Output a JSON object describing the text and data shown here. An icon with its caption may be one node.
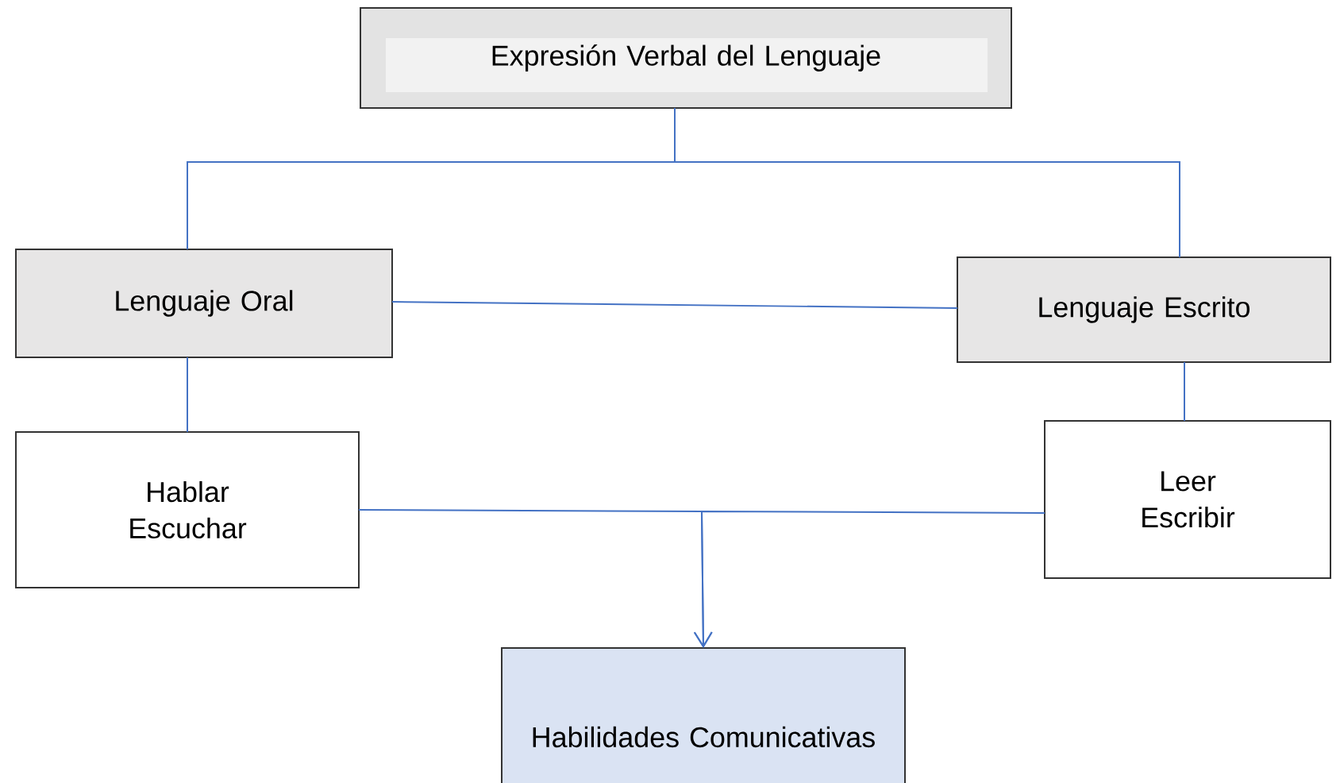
{
  "diagram": {
    "nodes": [
      {
        "text": [
          "Expresión Verbal del Lenguaje"
        ]
      },
      {
        "text": [
          "Lenguaje Oral"
        ]
      },
      {
        "text": [
          "Lenguaje Escrito"
        ]
      },
      {
        "text": [
          "Hablar Escuchar"
        ]
      },
      {
        "text": [
          "Leer Escribir"
        ]
      },
      {
        "text": [
          "Habilidades Comunicativas"
        ]
      }
    ],
    "edges": [
      {
        "from": 0,
        "to": 1,
        "arrow": "none"
      },
      {
        "from": 0,
        "to": 2,
        "arrow": "none"
      },
      {
        "from": 1,
        "to": 2,
        "arrow": "none"
      },
      {
        "from": 1,
        "to": 3,
        "arrow": "none"
      },
      {
        "from": 2,
        "to": 4,
        "arrow": "none"
      },
      {
        "from": 3,
        "to": 5,
        "arrow": "to"
      },
      {
        "from": 4,
        "to": 5,
        "arrow": "to"
      }
    ]
  }
}
